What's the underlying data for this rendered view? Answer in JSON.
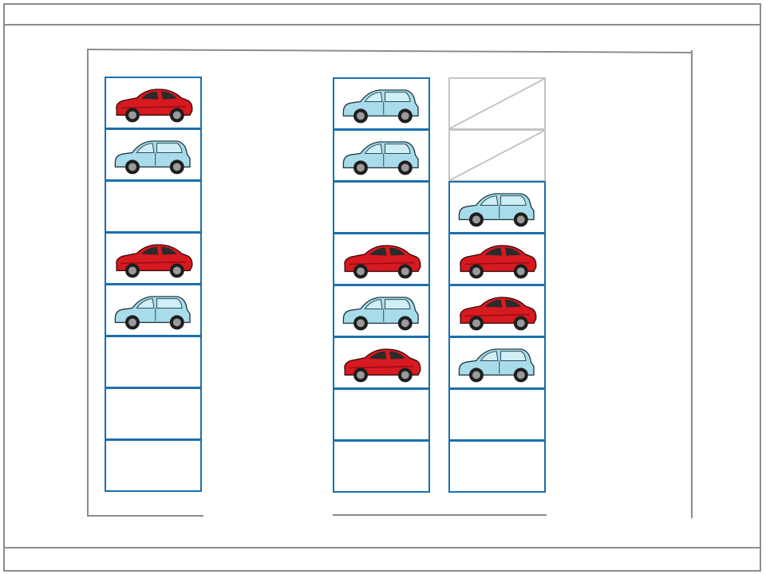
{
  "colors": {
    "slot_border": "#1a6fad",
    "ghost_border": "#c4c4c4",
    "frame": "#8c8c8c",
    "car_red": "#d71920",
    "car_blue": "#a9dcea"
  },
  "columns": [
    {
      "id": "left",
      "slots": [
        "red-car",
        "blue-car",
        "empty",
        "red-car",
        "blue-car",
        "empty",
        "empty",
        "empty"
      ]
    },
    {
      "id": "middle",
      "slots": [
        "blue-car",
        "blue-car",
        "empty",
        "red-car",
        "blue-car",
        "red-car",
        "empty",
        "empty"
      ]
    },
    {
      "id": "right",
      "slots": [
        "crossed-out",
        "crossed-out",
        "blue-car",
        "red-car",
        "red-car",
        "blue-car",
        "empty",
        "empty"
      ]
    }
  ]
}
